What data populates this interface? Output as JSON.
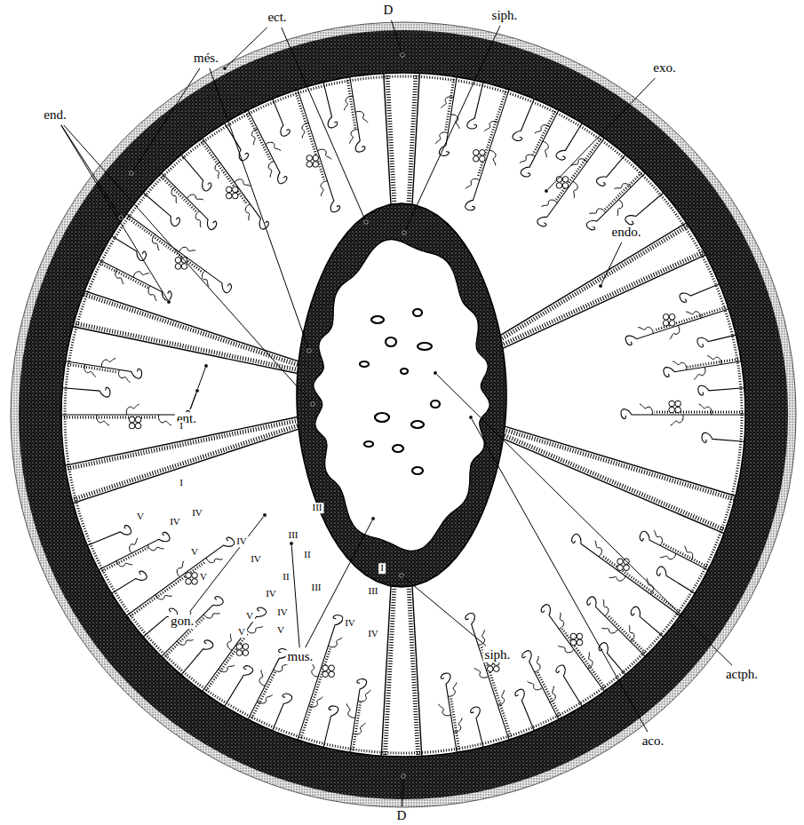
{
  "diagram": {
    "labels": [
      "ect.",
      "D",
      "siph.",
      "exo.",
      "més.",
      "endo.",
      "end.",
      "ent.",
      "I",
      "I",
      "gon.",
      "V",
      "IV",
      "IV",
      "III",
      "III",
      "II",
      "IV",
      "IV",
      "V",
      "V",
      "II",
      "III",
      "IV",
      "IV",
      "V",
      "V",
      "V",
      "IV",
      "III",
      "I",
      "IV",
      "mus.",
      "siph.",
      "D",
      "aco.",
      "actph."
    ]
  }
}
